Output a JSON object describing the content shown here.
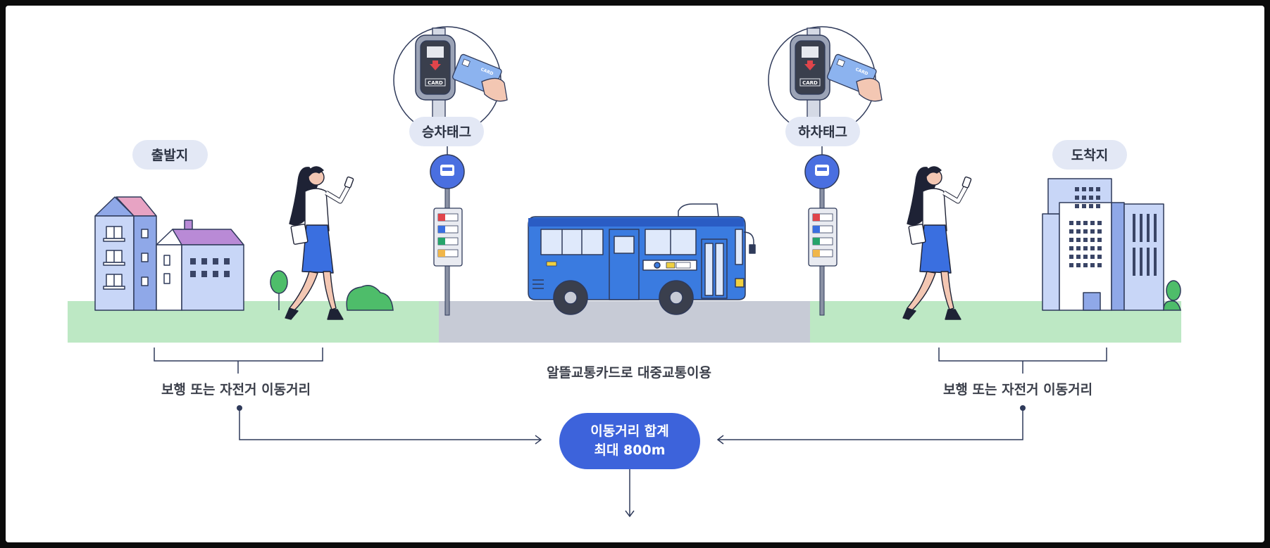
{
  "labels": {
    "origin": "출발지",
    "destination": "도착지",
    "board_tag": "승차태그",
    "alight_tag": "하차태그",
    "walk_left": "보행 또는 자전거 이동거리",
    "walk_right": "보행 또는 자전거 이동거리",
    "transit": "알뜰교통카드로 대중교통이용",
    "sum_line1": "이동거리 합계",
    "sum_line2": "최대 800m",
    "card_reader": "CARD",
    "card_brand": "CARD"
  },
  "colors": {
    "grass": "#bde8c4",
    "road": "#c7cbd6",
    "pill_bg": "#e3e8f5",
    "sum_bg": "#3d63db",
    "bus_blue": "#3a7be0",
    "line": "#2f3a5a"
  },
  "icons": [
    "bus-stop-icon",
    "card-reader-icon",
    "transit-card-icon",
    "bus-icon",
    "arrow-right-icon",
    "arrow-left-icon",
    "arrow-down-icon"
  ]
}
